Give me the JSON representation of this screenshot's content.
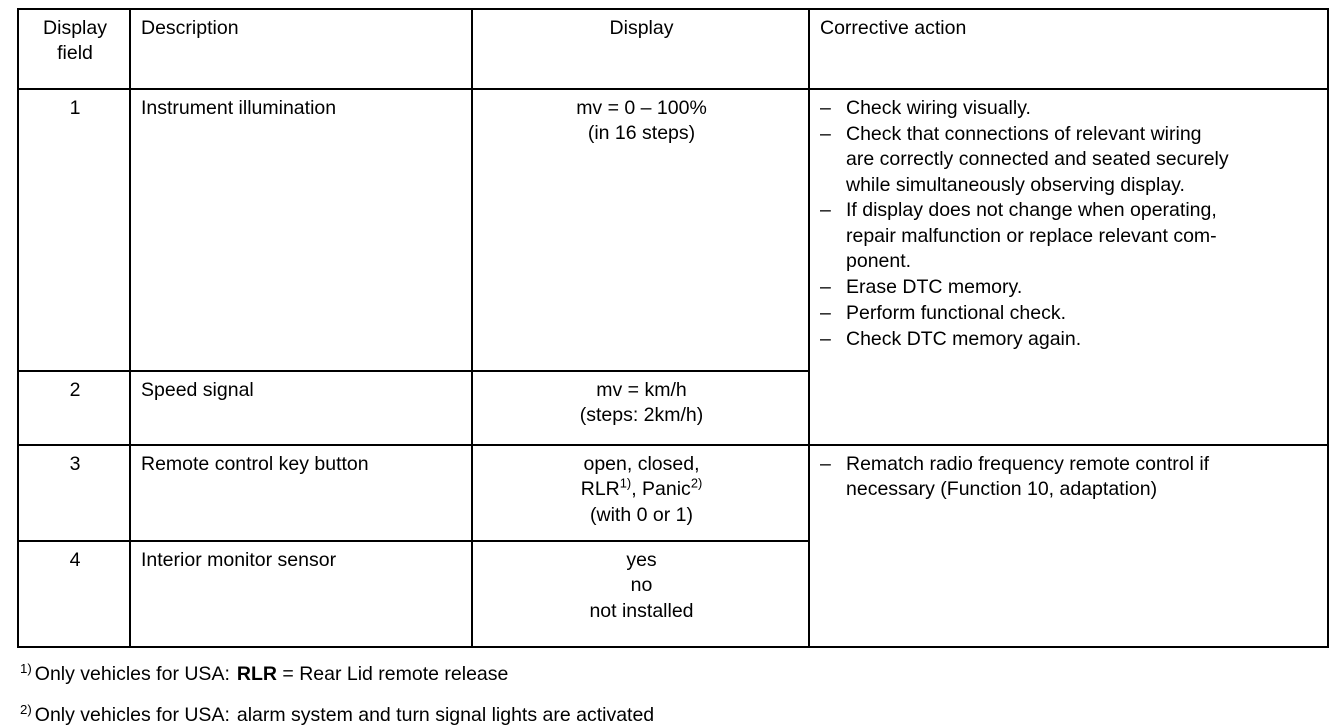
{
  "table": {
    "headers": {
      "field": "Display\nfield",
      "field_line1": "Display",
      "field_line2": "field",
      "description": "Description",
      "display": "Display",
      "corrective": "Corrective action"
    },
    "rows": [
      {
        "field": "1",
        "description": "Instrument illumination",
        "display_lines": [
          "mv = 0 – 100%",
          "(in 16 steps)"
        ]
      },
      {
        "field": "2",
        "description": "Speed signal",
        "display_lines": [
          "mv = km/h",
          "(steps: 2km/h)"
        ]
      },
      {
        "field": "3",
        "description": "Remote control key button",
        "display_lines": [
          "open, closed,",
          "RLR¹⁾, Panic²⁾",
          "(with 0 or 1)"
        ],
        "display_line1": "open, closed,",
        "display_line2_a": "RLR",
        "display_line2_sup1": "1)",
        "display_line2_b": ", Panic",
        "display_line2_sup2": "2)",
        "display_line3": "(with 0 or 1)"
      },
      {
        "field": "4",
        "description": "Interior monitor sensor",
        "display_lines": [
          "yes",
          "no",
          "not installed"
        ]
      }
    ],
    "corrective_groups": [
      {
        "dash": "–",
        "items": [
          "Check wiring visually.",
          "Check that connections of relevant wiring are correctly connected and seated securely while simultaneously observing display.",
          "If display does not change when operating, repair malfunction or replace relevant com-ponent.",
          "Erase DTC memory.",
          "Perform functional check.",
          "Check DTC memory again."
        ],
        "items_wrapped": [
          [
            "Check wiring visually."
          ],
          [
            "Check that connections of relevant wiring",
            "are correctly connected and seated securely",
            "while simultaneously observing display."
          ],
          [
            "If display does not change when operating,",
            "repair malfunction or replace relevant com-",
            "ponent."
          ],
          [
            "Erase DTC memory."
          ],
          [
            "Perform functional check."
          ],
          [
            "Check DTC memory again."
          ]
        ]
      },
      {
        "dash": "–",
        "items": [
          "Rematch radio frequency remote control if necessary (Function 10, adaptation)"
        ],
        "items_wrapped": [
          [
            "Rematch radio frequency remote control if",
            "necessary (Function 10, adaptation)"
          ]
        ]
      }
    ]
  },
  "footnotes": [
    {
      "marker": "1)",
      "text_before": "Only vehicles for USA:",
      "abbr": "RLR",
      "equals": "=",
      "text_after": "Rear Lid remote release"
    },
    {
      "marker": "2)",
      "text_before": "Only vehicles for USA:",
      "text_after": "alarm system and turn signal lights are activated"
    }
  ],
  "colors": {
    "ink": "#000000",
    "paper": "#ffffff"
  }
}
